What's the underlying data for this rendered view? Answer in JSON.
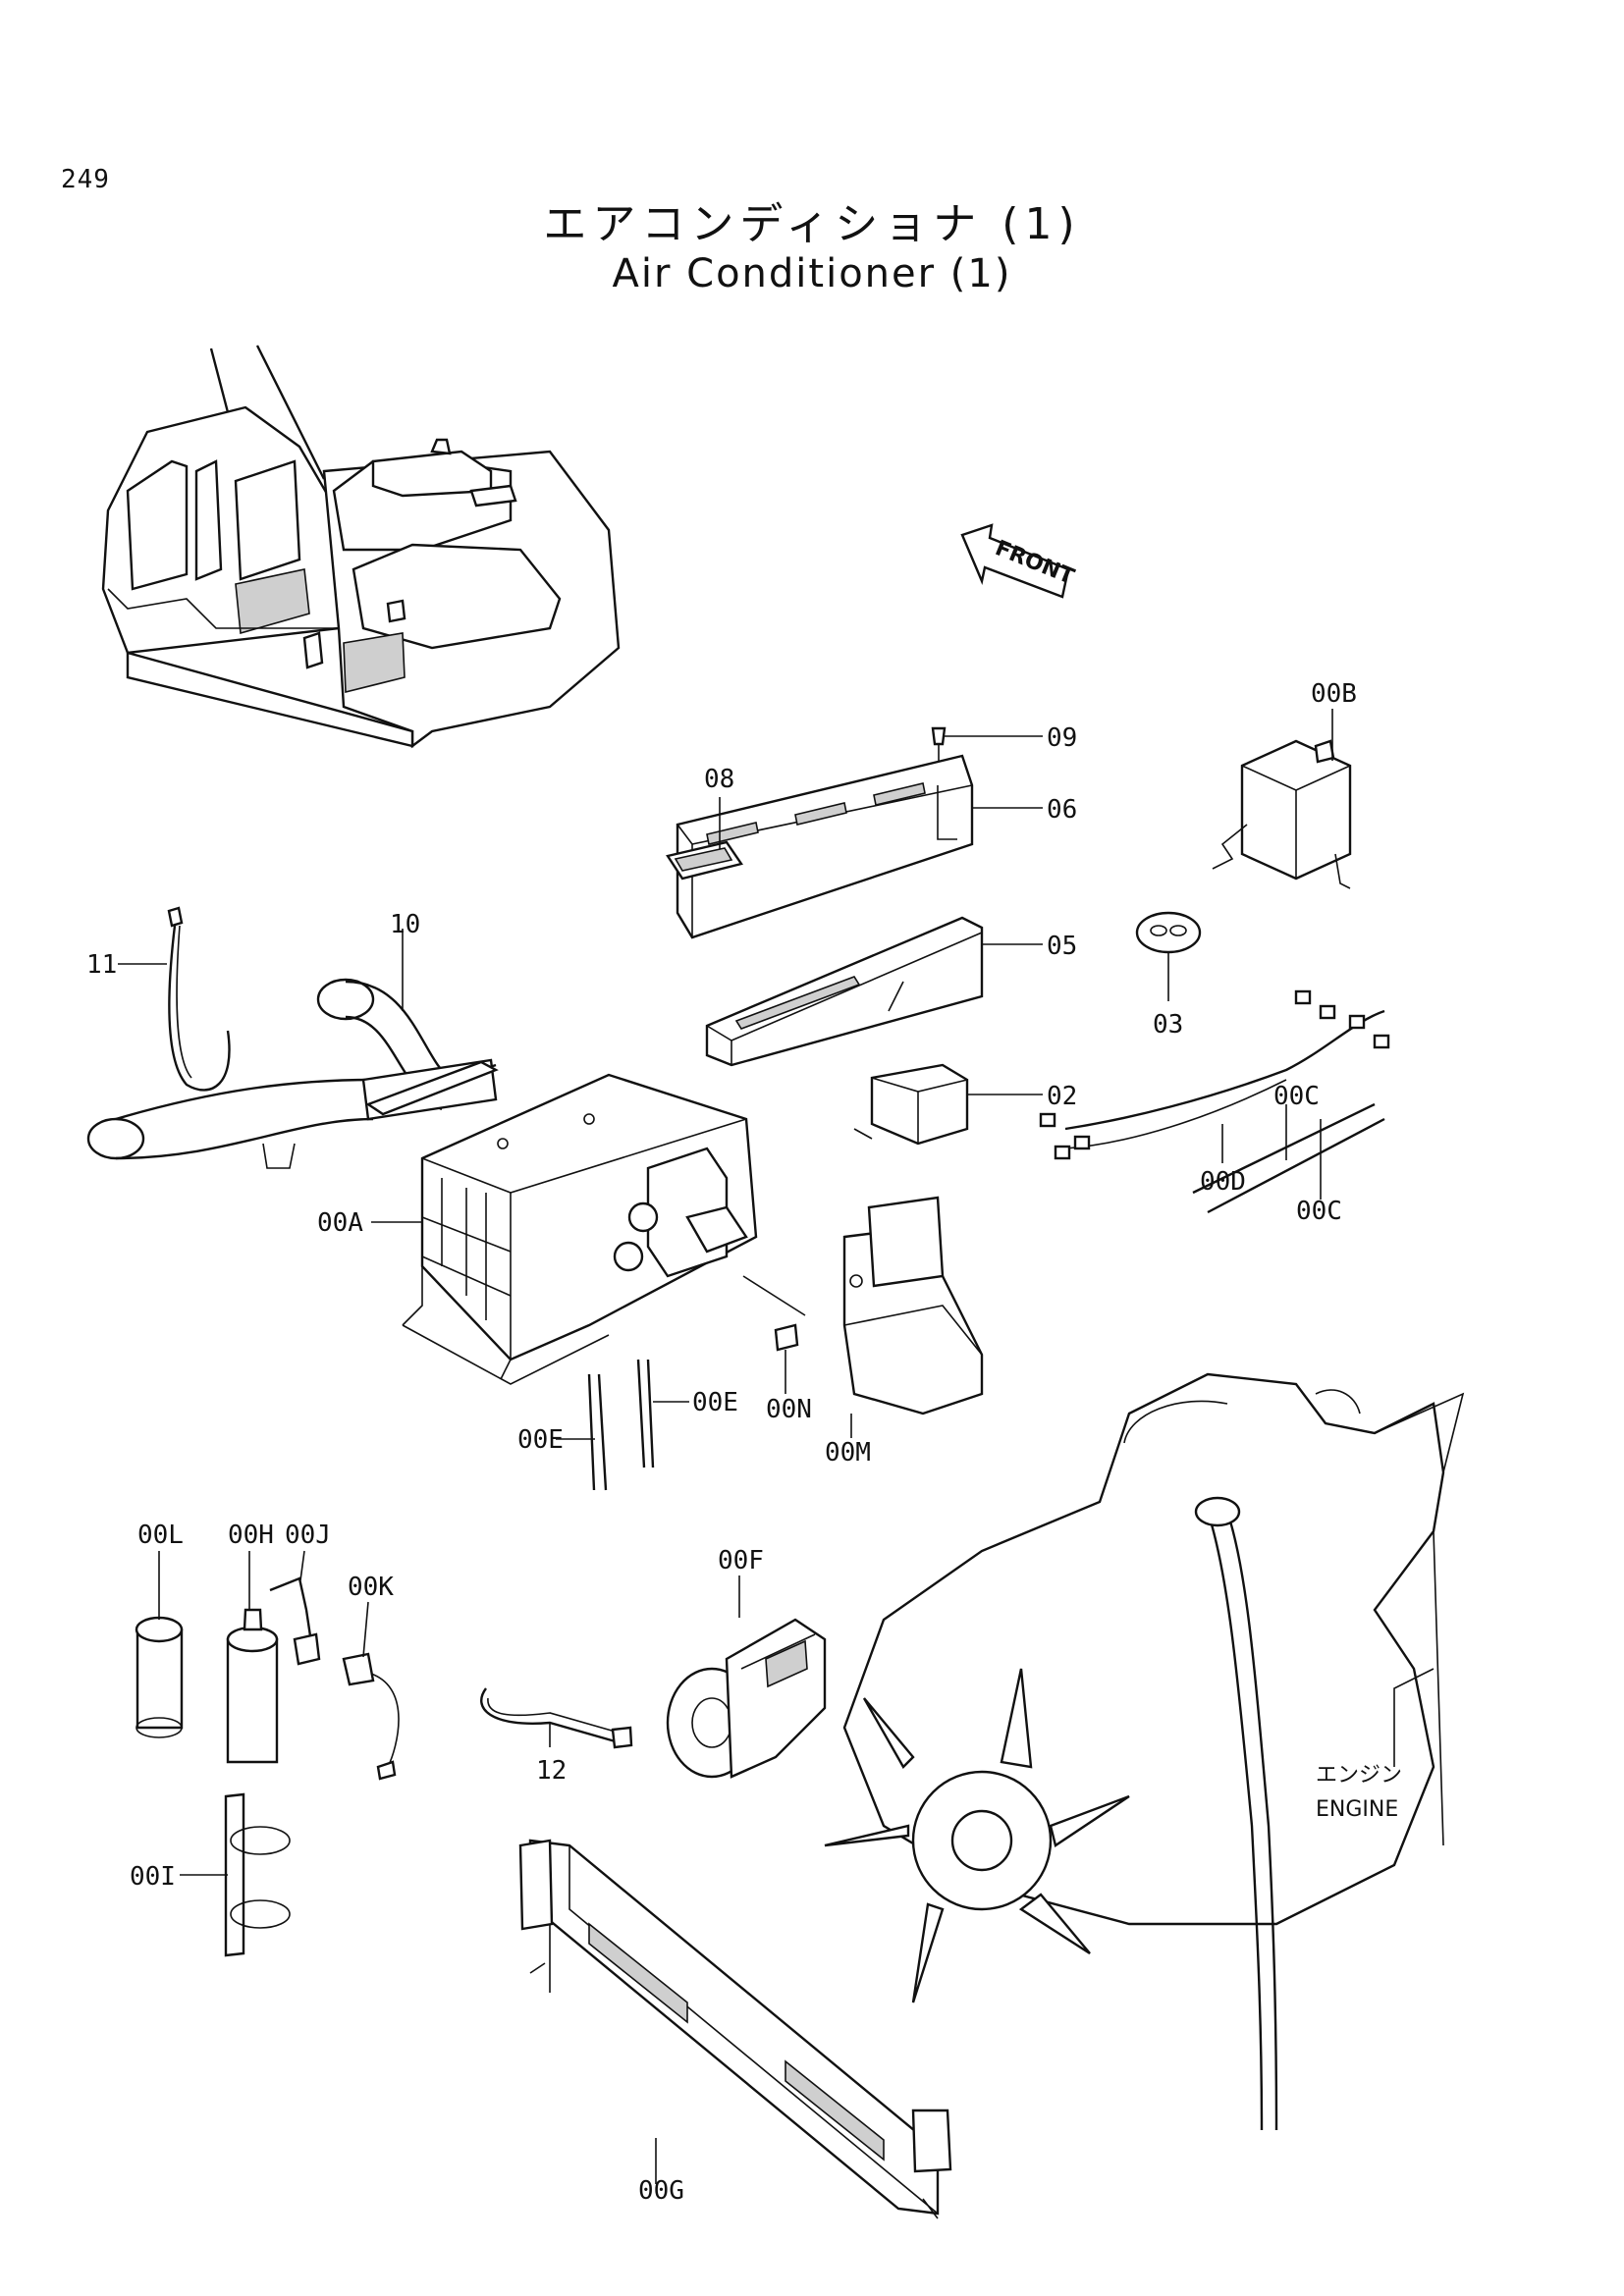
{
  "page_number": "249",
  "title_jp": "エアコンディショナ (1)",
  "title_en": "Air Conditioner (1)",
  "front_label": "FRONT",
  "engine_label_jp": "エンジン",
  "engine_label_en": "ENGINE",
  "parts": {
    "p00A": "00A",
    "p00B": "00B",
    "p00C_1": "00C",
    "p00C_2": "00C",
    "p00D": "00D",
    "p00E_1": "00E",
    "p00E_2": "00E",
    "p00F": "00F",
    "p00G": "00G",
    "p00H": "00H",
    "p00I": "00I",
    "p00J": "00J",
    "p00K": "00K",
    "p00L": "00L",
    "p00M": "00M",
    "p00N": "00N",
    "p02": "02",
    "p03": "03",
    "p05": "05",
    "p06": "06",
    "p08": "08",
    "p09": "09",
    "p10": "10",
    "p11": "11",
    "p12": "12"
  }
}
